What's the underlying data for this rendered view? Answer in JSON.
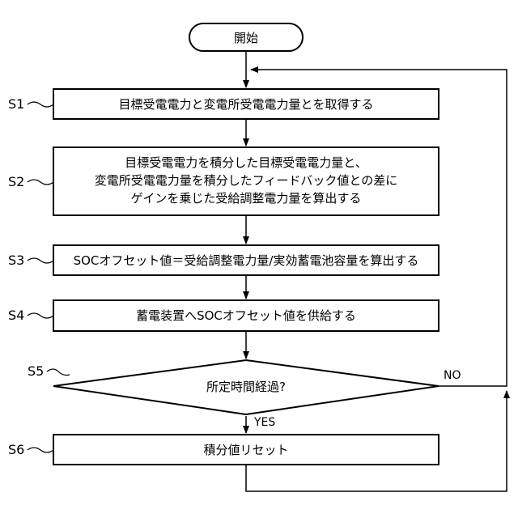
{
  "start": {
    "label": "開始"
  },
  "steps": [
    {
      "id": "S1",
      "lines": [
        "目標受電電力と変電所受電電力量とを取得する"
      ]
    },
    {
      "id": "S2",
      "lines": [
        "目標受電電力を積分した目標受電電力量と、",
        "変電所受電電力量を積分したフィードバック値との差に",
        "ゲインを乗じた受給調整電力量を算出する"
      ]
    },
    {
      "id": "S3",
      "lines": [
        "SOCオフセット値＝受給調整電力量/実効蓄電池容量を算出する"
      ]
    },
    {
      "id": "S4",
      "lines": [
        "蓄電装置へSOCオフセット値を供給する"
      ]
    },
    {
      "id": "S5",
      "lines": [
        "所定時間経過?"
      ]
    },
    {
      "id": "S6",
      "lines": [
        "積分値リセット"
      ]
    }
  ],
  "branches": {
    "yes": "YES",
    "no": "NO"
  }
}
